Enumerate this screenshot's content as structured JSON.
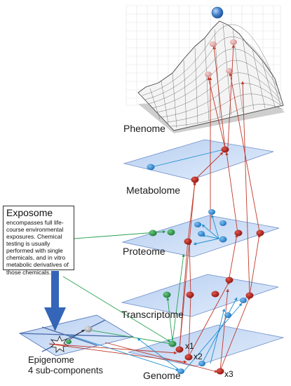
{
  "layers": {
    "phenome": "Phenome",
    "metabolome": "Metabolome",
    "proteome": "Proteome",
    "transcriptome": "Transcriptome",
    "genome": "Genome"
  },
  "exposome": {
    "title": "Exposome",
    "description": "encompasses full life-course environmental exposures. Chemical testing is usually performed with single chemicals, and in vitro metabolic derivatives of those chemicals."
  },
  "epigenome": {
    "line1": "Epigenome",
    "line2": "4 sub-components"
  },
  "multipliers": [
    "x1",
    "x2",
    "x3"
  ],
  "colors": {
    "plane_fill": "#c9dcf6",
    "plane_stroke": "#6e8fc9",
    "red_node": "#b3201c",
    "blue_node": "#2f8fd8",
    "green_node": "#2f9a4a",
    "red_arrow": "#c0392b",
    "blue_arrow": "#1f8fd0",
    "green_arrow": "#27a050",
    "exposome_arrow": "#3565b8",
    "sphere": "#4a86cf"
  }
}
